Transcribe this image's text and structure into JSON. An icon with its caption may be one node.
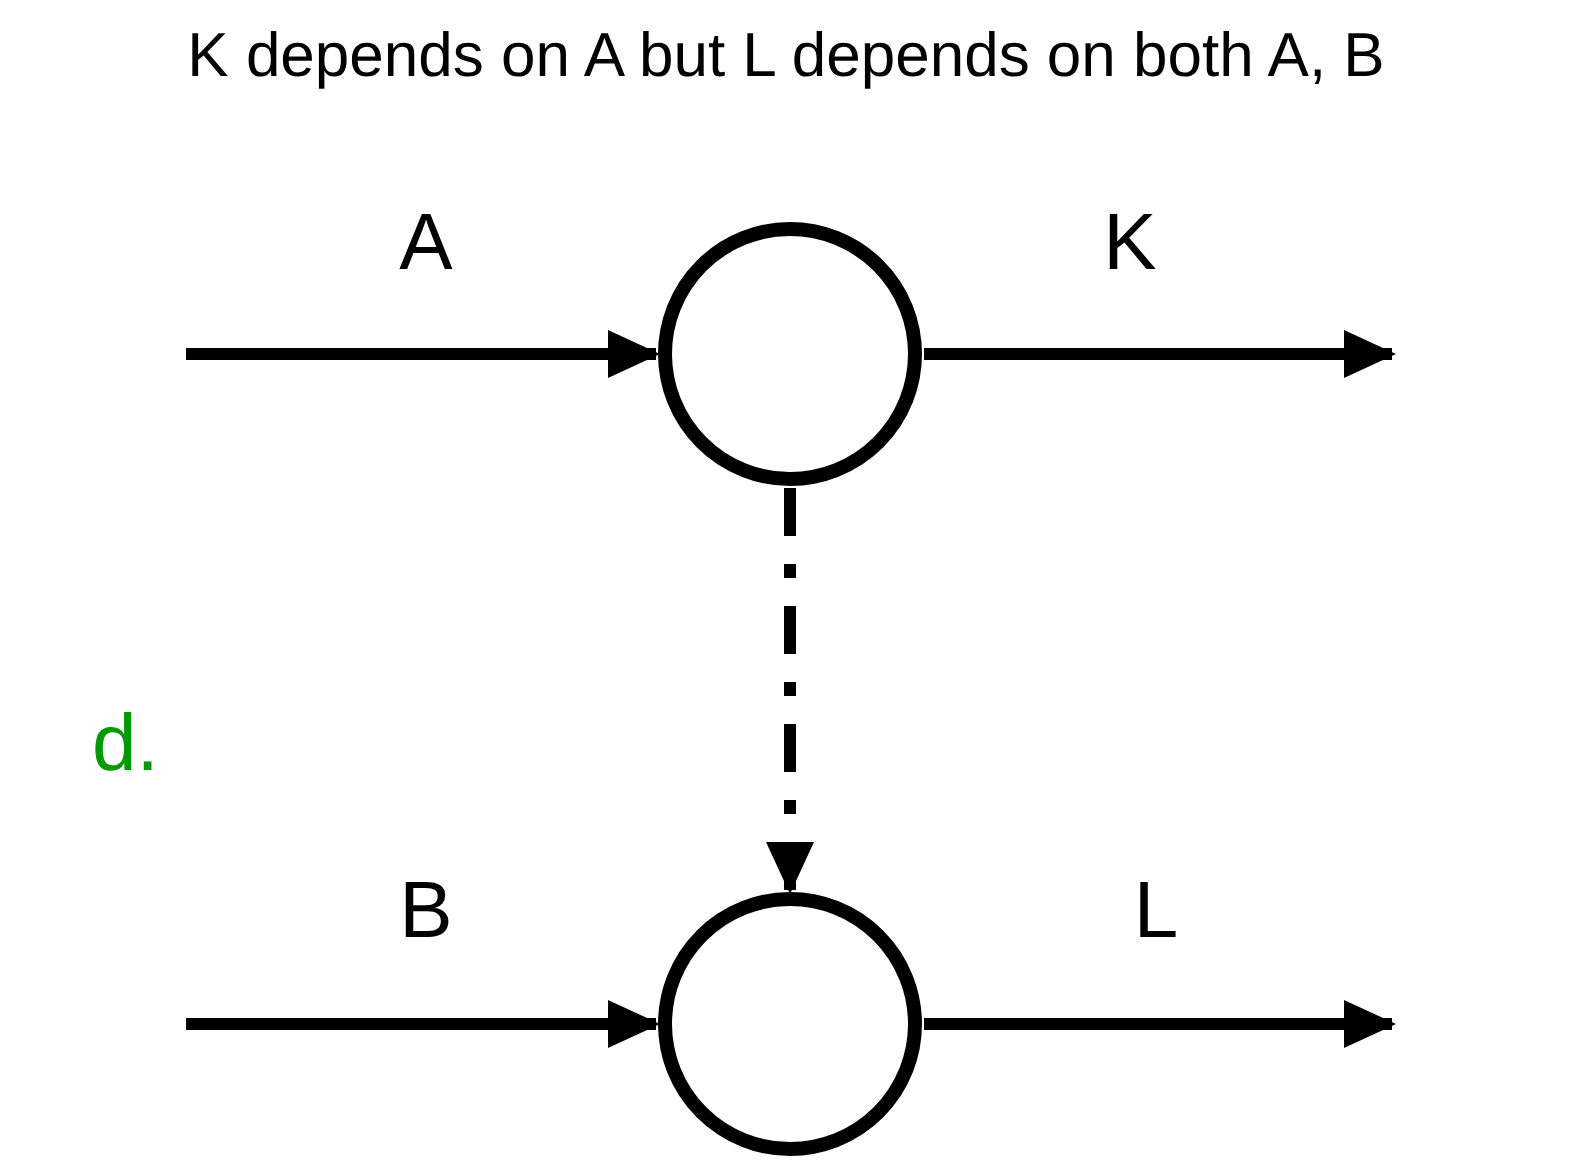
{
  "diagram": {
    "title": "K depends on A but L depends on both A, B",
    "nodes": [
      {
        "text": [],
        "shape": "circle"
      },
      {
        "text": [],
        "shape": "circle"
      }
    ],
    "edges": [
      {
        "from": null,
        "to": 0,
        "arrow": "to",
        "label": "A"
      },
      {
        "from": 0,
        "to": null,
        "arrow": "to",
        "label": "K"
      },
      {
        "from": 0,
        "to": 1,
        "arrow": "to",
        "style": "dashed"
      },
      {
        "from": null,
        "to": 1,
        "arrow": "to",
        "label": "B"
      },
      {
        "from": 1,
        "to": null,
        "arrow": "to",
        "label": "L"
      }
    ],
    "labels": [
      "d."
    ]
  }
}
